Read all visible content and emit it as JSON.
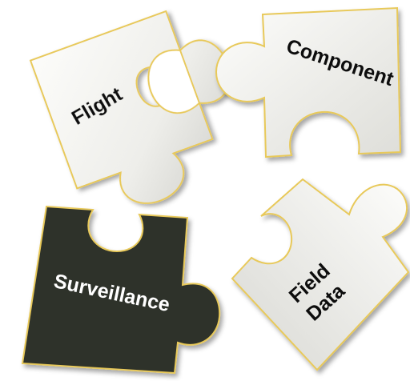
{
  "pieces": [
    {
      "label": "Flight"
    },
    {
      "label": "Component"
    },
    {
      "label": "Surveillance"
    },
    {
      "label_line1": "Field",
      "label_line2": "Data"
    }
  ],
  "colors": {
    "light_piece_top": "#fbfbf7",
    "light_piece_bottom": "#cfcfcb",
    "dark_piece": "#2f332b",
    "piece_outline": "#e8c95a",
    "text_dark": "#111111",
    "text_light": "#ffffff"
  }
}
